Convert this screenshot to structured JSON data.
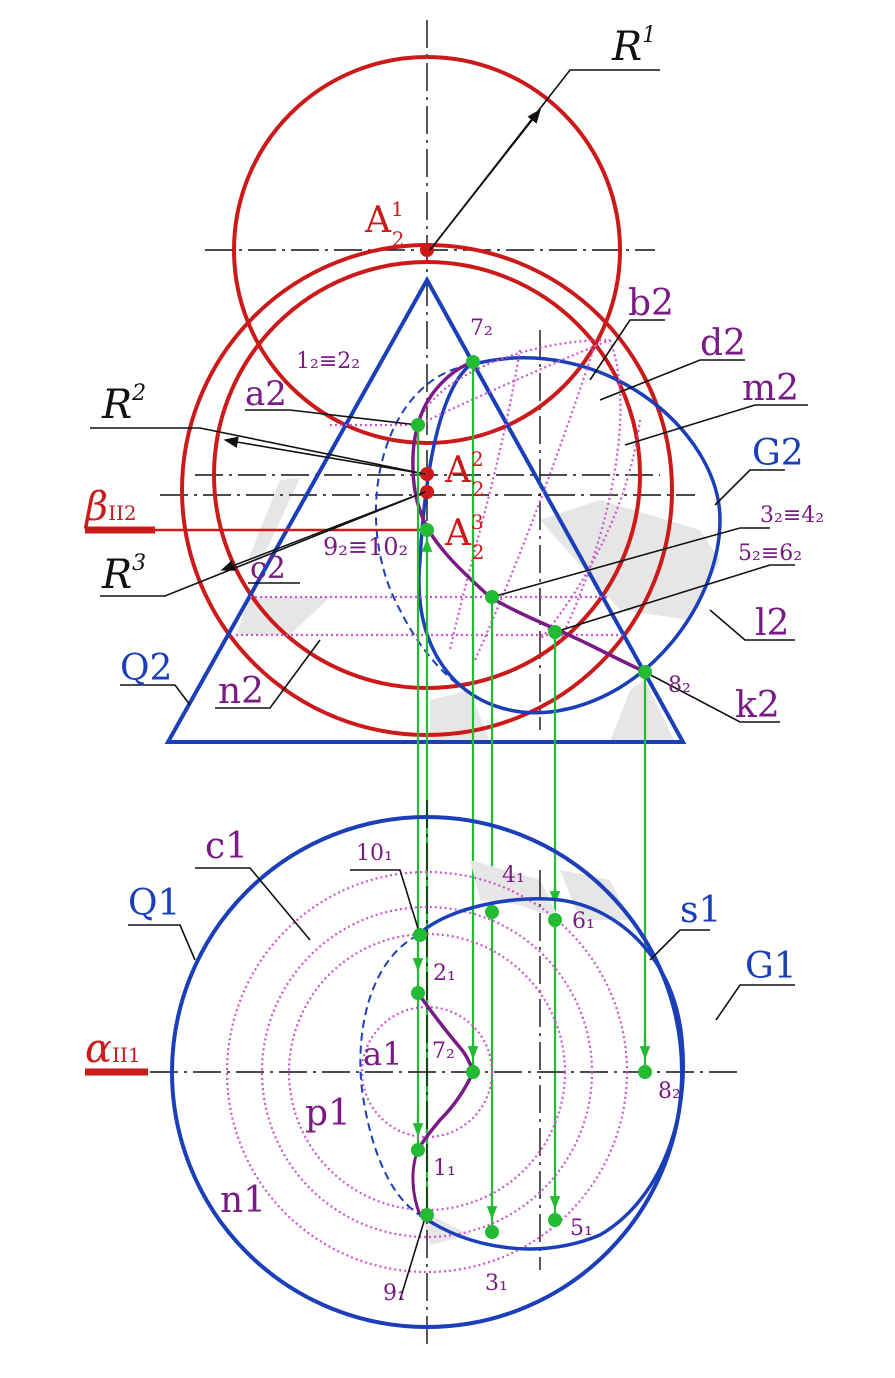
{
  "colors": {
    "red": "#cc1a1a",
    "blue": "#1a3fb8",
    "purple": "#7a1a86",
    "magenta_dotted": "#cc55cc",
    "green": "#22bb33",
    "black": "#111111",
    "shade": "#e6e6e6"
  },
  "labels": {
    "R1": {
      "main": "R",
      "sup": "1"
    },
    "R2": {
      "main": "R",
      "sup": "2"
    },
    "R3": {
      "main": "R",
      "sup": "3"
    },
    "A2_1": {
      "main": "A",
      "sub": "2",
      "sup": "1"
    },
    "A2_2": {
      "main": "A",
      "sub": "2",
      "sup": "2"
    },
    "A2_3": {
      "main": "A",
      "sub": "2",
      "sup": "3"
    },
    "b2": "b2",
    "d2": "d2",
    "m2": "m2",
    "G2": "G2",
    "a2": "a2",
    "c2": "c2",
    "n2": "n2",
    "Q2": "Q2",
    "l2": "l2",
    "k2": "k2",
    "beta": {
      "main": "β",
      "sub": "II2"
    },
    "alpha": {
      "main": "α",
      "sub": "II1"
    },
    "p1_2": "1₂≡2₂",
    "p3_4": "3₂≡4₂",
    "p5_6": "5₂≡6₂",
    "p9_10": "9₂≡10₂",
    "p7": "7₂",
    "p8": "8₂",
    "c1": "c1",
    "Q1": "Q1",
    "s1": "s1",
    "G1": "G1",
    "a1": "a1",
    "p1": "p1",
    "n1": "n1",
    "pt10_1": "10₁",
    "pt4_1": "4₁",
    "pt6_1": "6₁",
    "pt2_1": "2₁",
    "pt7_h": "7₂",
    "pt8_h": "8₂",
    "pt1_1": "1₁",
    "pt5_1": "5₁",
    "pt3_1": "3₁",
    "pt9_1": "9₁"
  }
}
